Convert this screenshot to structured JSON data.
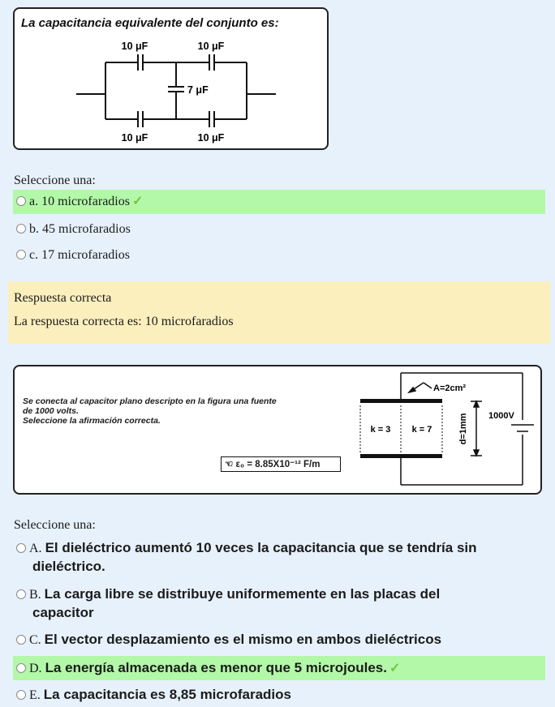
{
  "q1": {
    "figure": {
      "title": "La capacitancia equivalente del conjunto es:",
      "c_top_left": "10 μF",
      "c_top_right": "10 μF",
      "c_middle": "7 μF",
      "c_bottom_left": "10 μF",
      "c_bottom_right": "10 μF"
    },
    "prompt": "Seleccione una:",
    "options": [
      {
        "letter": "a.",
        "text": "10 microfaradios",
        "selected": true,
        "correct": true
      },
      {
        "letter": "b.",
        "text": "45 microfaradios"
      },
      {
        "letter": "c.",
        "text": "17 microfaradios"
      }
    ],
    "feedback": {
      "status": "Respuesta correcta",
      "answer": "La respuesta correcta es: 10 microfaradios"
    }
  },
  "q2": {
    "figure": {
      "text_line1": "Se conecta al capacitor plano descripto en la figura una fuente",
      "text_line2": "de 1000 volts.",
      "text_line3": "Seleccione la afirmación correcta.",
      "epsilon": "ε₀ = 8.85X10⁻¹² F/m",
      "area": "A=2cm²",
      "k1": "k = 3",
      "k2": "k = 7",
      "distance": "d=1mm",
      "voltage": "1000V"
    },
    "prompt": "Seleccione una:",
    "options": [
      {
        "letter": "A.",
        "line1": "El dieléctrico aumentó 10 veces la capacitancia que se tendría sin",
        "line2": "dieléctrico."
      },
      {
        "letter": "B.",
        "line1": "La carga libre se distribuye uniformemente en las placas del",
        "line2": "capacitor"
      },
      {
        "letter": "C.",
        "line1": "El vector desplazamiento es el mismo en ambos dieléctricos"
      },
      {
        "letter": "D.",
        "line1": "La energía almacenada es menor que 5 microjoules.",
        "selected": true,
        "correct": true
      },
      {
        "letter": "E.",
        "line1": "La capacitancia es 8,85 microfaradios"
      }
    ]
  },
  "colors": {
    "page_bg": "#e7f1fb",
    "correct_highlight": "#b2f8a8",
    "feedback_bg": "#fcefbe",
    "check": "#7cc243"
  }
}
